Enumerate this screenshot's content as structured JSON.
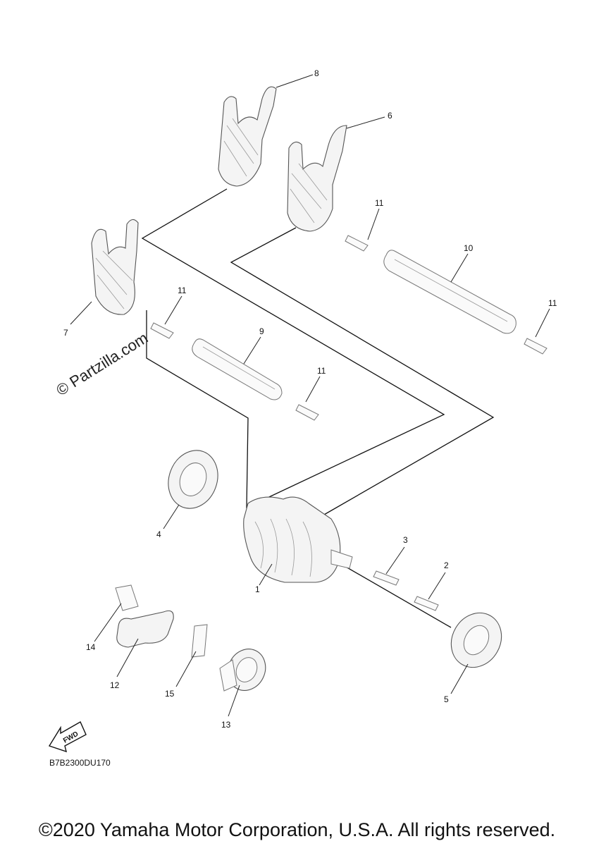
{
  "diagram": {
    "callouts": {
      "c1": "1",
      "c2": "2",
      "c3": "3",
      "c4": "4",
      "c5": "5",
      "c6": "6",
      "c7": "7",
      "c8": "8",
      "c9": "9",
      "c10": "10",
      "c11a": "11",
      "c11b": "11",
      "c11c": "11",
      "c11d": "11",
      "c12": "12",
      "c13": "13",
      "c14": "14",
      "c15": "15"
    },
    "watermark": "© Partzilla.com",
    "fwd_label": "FWD",
    "drawing_code": "B7B2300DU170"
  },
  "footer": {
    "copyright": "©2020 Yamaha Motor Corporation, U.S.A. All rights reserved."
  }
}
